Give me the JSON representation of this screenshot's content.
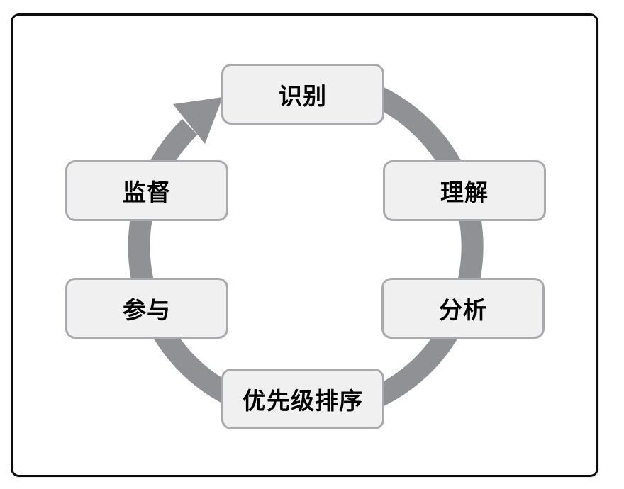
{
  "diagram": {
    "type": "cycle",
    "direction": "clockwise",
    "steps": [
      {
        "label": "识别"
      },
      {
        "label": "理解"
      },
      {
        "label": "分析"
      },
      {
        "label": "优先级排序"
      },
      {
        "label": "参与"
      },
      {
        "label": "监督"
      }
    ]
  },
  "colors": {
    "box_fill": "#f0f0f0",
    "box_border": "#a8aaad",
    "arrow": "#8f9194",
    "text": "#000000",
    "frame_border": "#0d0d0d",
    "page_bg": "#ffffff"
  }
}
